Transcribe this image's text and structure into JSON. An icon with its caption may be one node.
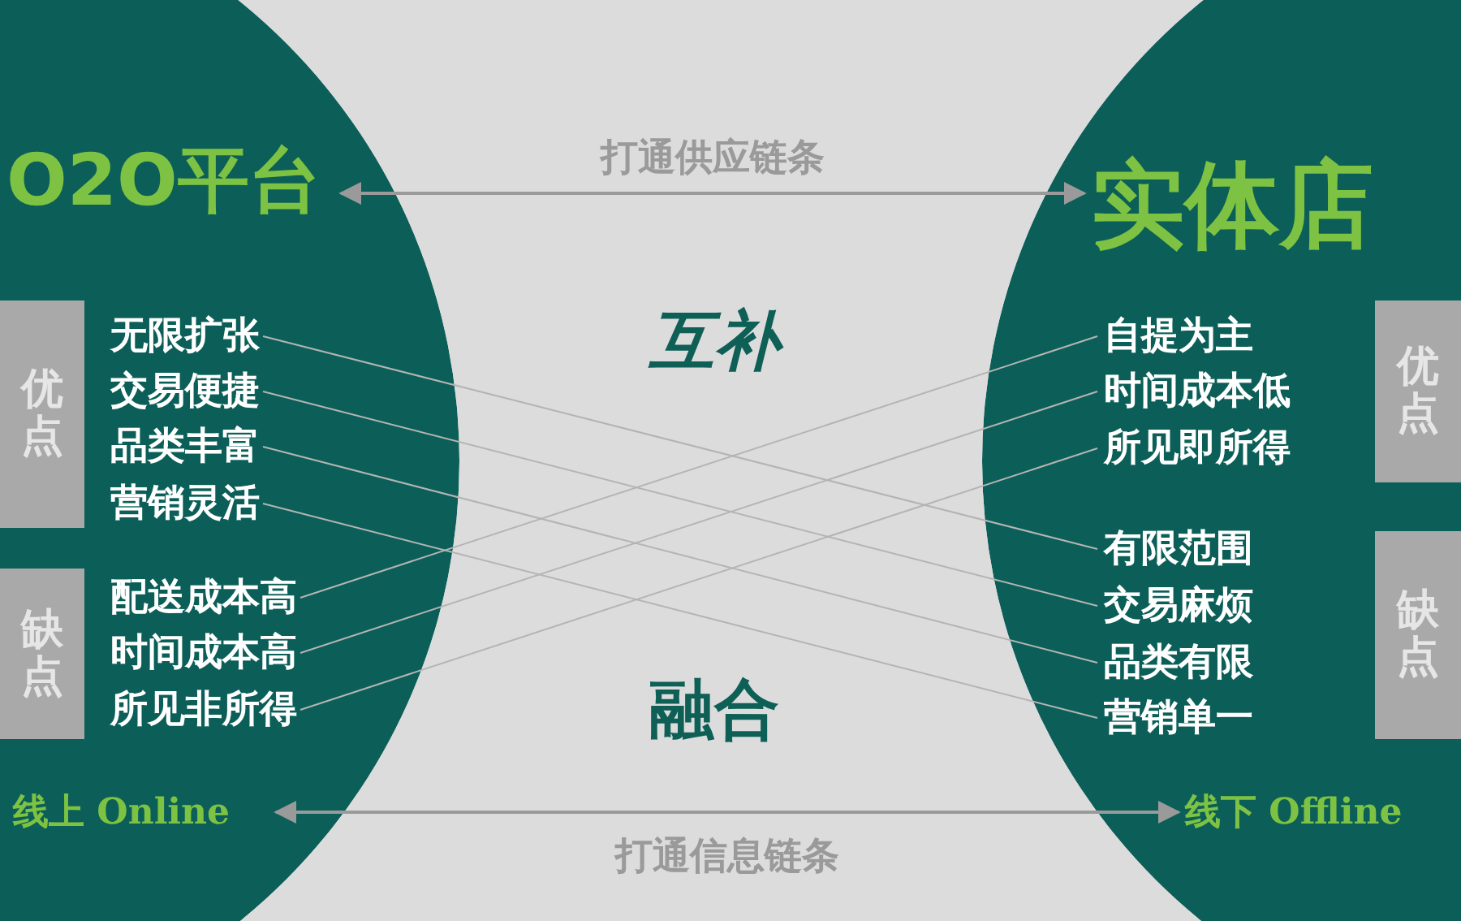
{
  "diagram": {
    "nodes": [
      {
        "text": [],
        "shape": "circle"
      },
      {
        "text": [
          "O2O平台"
        ],
        "in": 0
      },
      {
        "text": [
          "优点"
        ],
        "in": 0
      },
      {
        "text": [
          "无限扩张"
        ],
        "in": 0
      },
      {
        "text": [
          "交易便捷"
        ],
        "in": 0
      },
      {
        "text": [
          "品类丰富"
        ],
        "in": 0
      },
      {
        "text": [
          "营销灵活"
        ],
        "in": 0
      },
      {
        "text": [
          "缺点"
        ],
        "in": 0
      },
      {
        "text": [
          "配送成本高"
        ],
        "in": 0
      },
      {
        "text": [
          "时间成本高"
        ],
        "in": 0
      },
      {
        "text": [
          "所见非所得"
        ],
        "in": 0
      },
      {
        "text": [
          "线上 Online"
        ],
        "in": 0
      },
      {
        "text": [],
        "shape": "circle"
      },
      {
        "text": [
          "实体店"
        ],
        "in": 12
      },
      {
        "text": [
          "自提为主"
        ],
        "in": 12
      },
      {
        "text": [
          "时间成本低"
        ],
        "in": 12
      },
      {
        "text": [
          "所见即所得"
        ],
        "in": 12
      },
      {
        "text": [
          "优点"
        ],
        "in": 12
      },
      {
        "text": [
          "有限范围"
        ],
        "in": 12
      },
      {
        "text": [
          "交易麻烦"
        ],
        "in": 12
      },
      {
        "text": [
          "品类有限"
        ],
        "in": 12
      },
      {
        "text": [
          "营销单一"
        ],
        "in": 12
      },
      {
        "text": [
          "缺点"
        ],
        "in": 12
      },
      {
        "text": [
          "线下 Offline"
        ],
        "in": 12
      }
    ],
    "edges": [
      {
        "from": 1,
        "to": 13,
        "arrow": "both",
        "label": "打通供应链条"
      },
      {
        "from": 11,
        "to": 23,
        "arrow": "both",
        "label": "打通信息链条"
      },
      {
        "from": 3,
        "to": 18,
        "arrow": "none"
      },
      {
        "from": 4,
        "to": 19,
        "arrow": "none"
      },
      {
        "from": 5,
        "to": 20,
        "arrow": "none"
      },
      {
        "from": 6,
        "to": 21,
        "arrow": "none"
      },
      {
        "from": 8,
        "to": 14,
        "arrow": "none"
      },
      {
        "from": 9,
        "to": 15,
        "arrow": "none"
      },
      {
        "from": 10,
        "to": 16,
        "arrow": "none"
      }
    ],
    "labels": [
      "互补",
      "融合"
    ]
  }
}
